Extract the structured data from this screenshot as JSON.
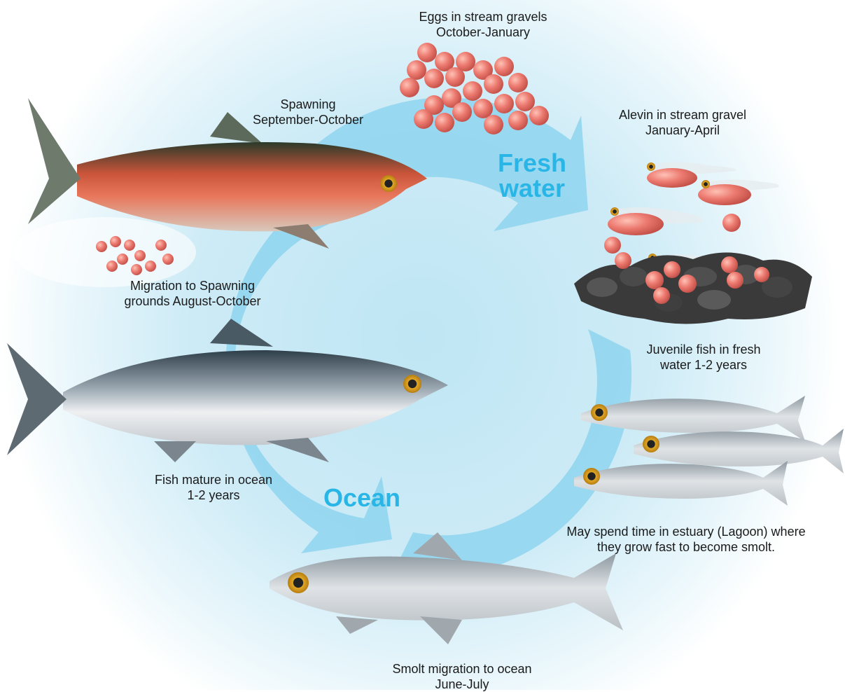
{
  "zones": {
    "fresh_water": [
      "Fresh",
      "water"
    ],
    "ocean": "Ocean"
  },
  "stages": {
    "eggs": [
      "Eggs in stream gravels",
      "October-January"
    ],
    "alevin": [
      "Alevin in stream gravel",
      "January-April"
    ],
    "juvenile": [
      "Juvenile fish in fresh",
      "water 1-2 years"
    ],
    "estuary": [
      "May spend time in estuary (Lagoon) where",
      "they grow fast to become smolt."
    ],
    "smolt": [
      "Smolt migration to ocean",
      "June-July"
    ],
    "mature": [
      "Fish mature in ocean",
      "1-2 years"
    ],
    "migration": [
      "Migration to Spawning",
      "grounds August-October"
    ],
    "spawning": [
      "Spawning",
      "September-October"
    ]
  },
  "colors": {
    "zone_text": "#29b6e6",
    "background_glow": "#bfe6f4",
    "cycle_arrow": "#8ed5ef",
    "spawning_body": "#c9543a",
    "egg": "#e9716a",
    "silver_body": "#d4d8dc",
    "dark_back": "#3c4d58",
    "eye": "#e2a826",
    "gravel": "#3a3a3a"
  }
}
